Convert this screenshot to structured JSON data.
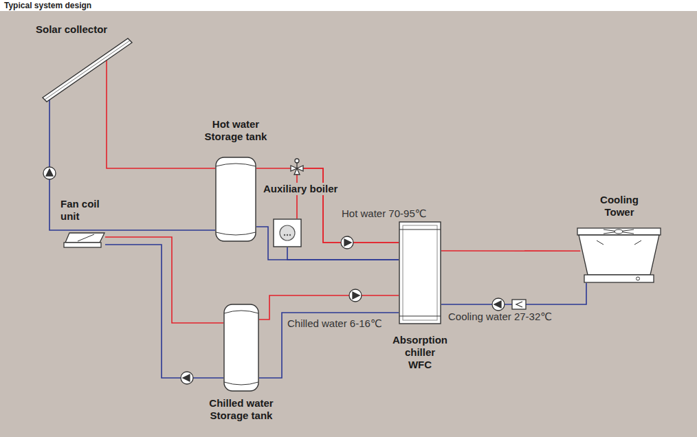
{
  "diagram": {
    "title": "Typical system design",
    "nodes": [
      {
        "text": [
          "Solar collector"
        ]
      },
      {
        "text": [
          "Hot water Storage tank"
        ]
      },
      {
        "text": [
          "Auxiliary boiler"
        ]
      },
      {
        "text": [
          "Fan coil unit"
        ]
      },
      {
        "text": [
          "Cooling Tower"
        ]
      },
      {
        "text": [
          "Absorption chiller WFC"
        ]
      },
      {
        "text": [
          "Chilled water Storage tank"
        ]
      }
    ],
    "edges": [
      {
        "from": 0,
        "to": 1,
        "arrow": "none"
      },
      {
        "from": 1,
        "to": 0,
        "arrow": "none"
      },
      {
        "from": 1,
        "to": 5,
        "arrow": "none"
      },
      {
        "from": 2,
        "to": 5,
        "arrow": "none"
      },
      {
        "from": 5,
        "to": 1,
        "arrow": "none"
      },
      {
        "from": 5,
        "to": 2,
        "arrow": "none"
      },
      {
        "from": 5,
        "to": 4,
        "arrow": "none"
      },
      {
        "from": 4,
        "to": 5,
        "arrow": "none"
      },
      {
        "from": 5,
        "to": 6,
        "arrow": "none"
      },
      {
        "from": 6,
        "to": 5,
        "arrow": "none"
      },
      {
        "from": 6,
        "to": 3,
        "arrow": "none"
      },
      {
        "from": 3,
        "to": 6,
        "arrow": "none"
      }
    ],
    "labels": [
      "Hot water 70-95℃",
      "Cooling water 27-32℃",
      "Chilled water 6-16℃"
    ]
  }
}
